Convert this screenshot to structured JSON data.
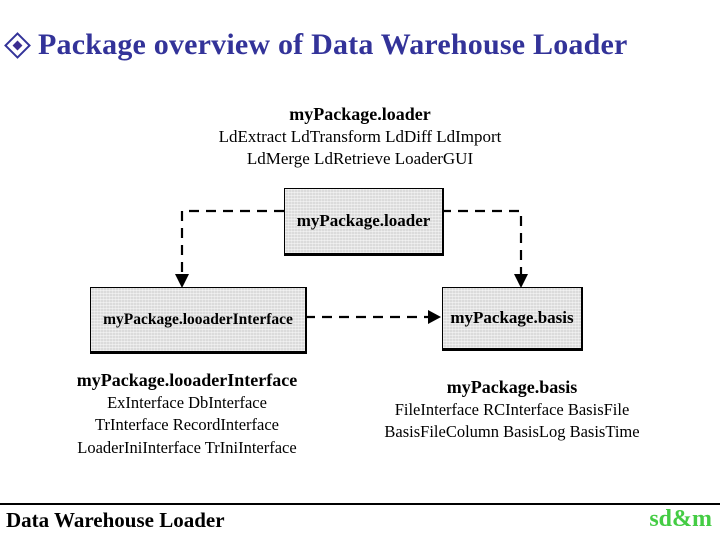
{
  "colors": {
    "title_navy": "#333399",
    "logo_green": "#44cc44",
    "box_fill": "#dbdbdb",
    "line_black": "#000000"
  },
  "title": {
    "text": "Package overview of Data Warehouse Loader",
    "bullet_icon": "diamond-icon"
  },
  "top_block": {
    "heading": "myPackage.loader",
    "lines": [
      "LdExtract LdTransform LdDiff LdImport",
      "LdMerge LdRetrieve LoaderGUI"
    ]
  },
  "diagram": {
    "nodes": [
      {
        "id": "loader",
        "label": "myPackage.loader"
      },
      {
        "id": "looaderInterface",
        "label": "myPackage.looaderInterface"
      },
      {
        "id": "basis",
        "label": "myPackage.basis"
      }
    ],
    "edges": [
      {
        "from": "loader",
        "to": "looaderInterface",
        "style": "dashed-arrow-down"
      },
      {
        "from": "loader",
        "to": "basis",
        "style": "dashed-arrow-down"
      },
      {
        "from": "looaderInterface",
        "to": "basis",
        "style": "dashed-arrow-right"
      }
    ]
  },
  "left_block": {
    "heading": "myPackage.looaderInterface",
    "lines": [
      "ExInterface DbInterface",
      "TrInterface RecordInterface",
      "LoaderIniInterface TrIniInterface"
    ]
  },
  "right_block": {
    "heading": "myPackage.basis",
    "lines": [
      "FileInterface RCInterface BasisFile",
      "BasisFileColumn BasisLog BasisTime"
    ]
  },
  "footer": {
    "left": "Data Warehouse Loader",
    "logo": "sd&m"
  }
}
